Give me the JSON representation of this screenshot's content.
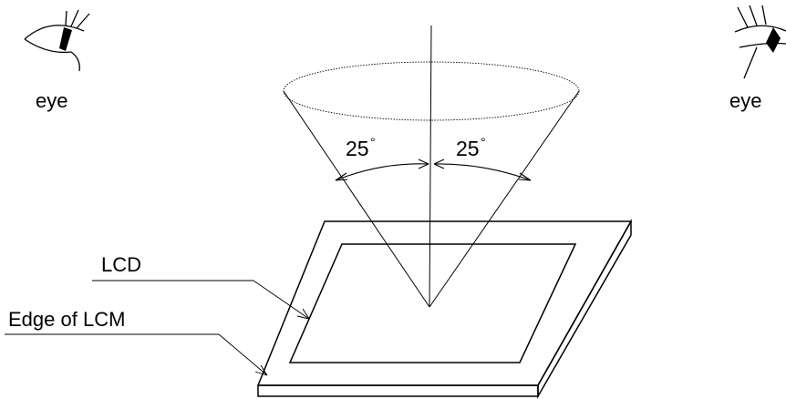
{
  "labels": {
    "eye_left": "eye",
    "eye_right": "eye",
    "angle_left": "25",
    "angle_right": "25",
    "degree_mark": "°",
    "lcd": "LCD",
    "edge": "Edge of LCM"
  },
  "colors": {
    "stroke": "#000000",
    "background": "#ffffff"
  }
}
